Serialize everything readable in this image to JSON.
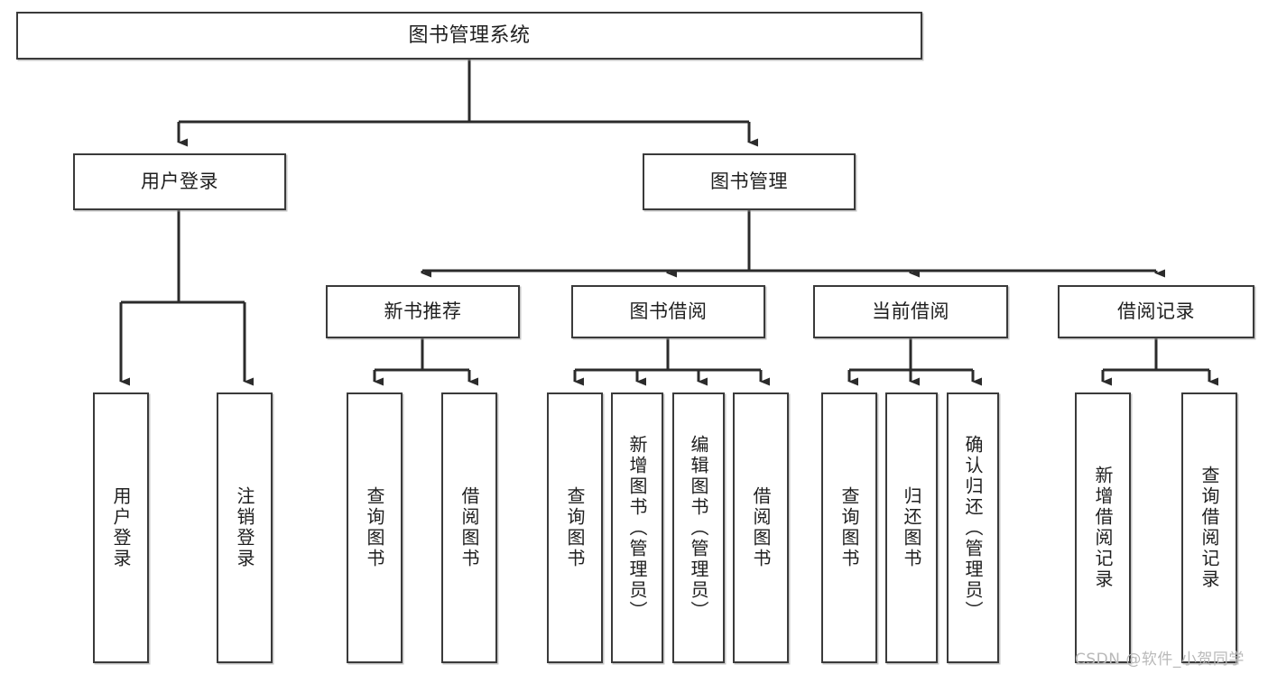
{
  "diagram": {
    "type": "tree",
    "title": "图书管理系统",
    "root": {
      "label": "图书管理系统"
    },
    "level2": [
      {
        "label": "用户登录"
      },
      {
        "label": "图书管理"
      }
    ],
    "level3": [
      {
        "label": "新书推荐"
      },
      {
        "label": "图书借阅"
      },
      {
        "label": "当前借阅"
      },
      {
        "label": "借阅记录"
      }
    ],
    "leaves": {
      "user_login": [
        {
          "label": "用户登录"
        },
        {
          "label": "注销登录"
        }
      ],
      "new_book_recommend": [
        {
          "label": "查询图书"
        },
        {
          "label": "借阅图书"
        }
      ],
      "book_borrow": [
        {
          "label": "查询图书"
        },
        {
          "label": "新增图书（管理员）"
        },
        {
          "label": "编辑图书（管理员）"
        },
        {
          "label": "借阅图书"
        }
      ],
      "current_borrow": [
        {
          "label": "查询图书"
        },
        {
          "label": "归还图书"
        },
        {
          "label": "确认归还（管理员）"
        }
      ],
      "borrow_record": [
        {
          "label": "新增借阅记录"
        },
        {
          "label": "查询借阅记录"
        }
      ]
    }
  },
  "watermark": {
    "text": "CSDN @软件_小贺同学"
  },
  "colors": {
    "box_border": "#3a3a3a",
    "box_fill": "#ffffff",
    "edge": "#2b2b2b",
    "text": "#1f1f1f",
    "watermark": "#b9b9b9"
  }
}
